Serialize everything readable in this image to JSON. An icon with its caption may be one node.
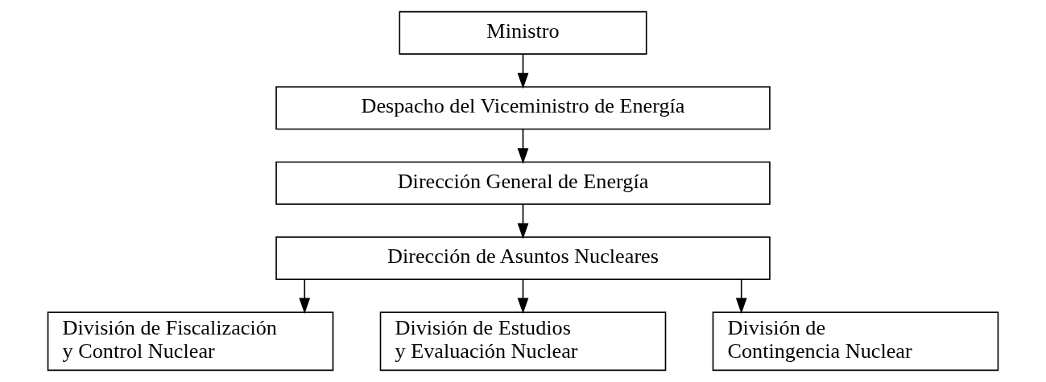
{
  "diagram": {
    "nodes": [
      {
        "text": [
          "Ministro"
        ]
      },
      {
        "text": [
          "Despacho del Viceministro de Energía"
        ]
      },
      {
        "text": [
          "Dirección General de Energía"
        ]
      },
      {
        "text": [
          "Dirección de Asuntos Nucleares"
        ]
      },
      {
        "text": [
          "División de Fiscalización y Control Nuclear"
        ]
      },
      {
        "text": [
          "División de Estudios y Evaluación Nuclear"
        ]
      },
      {
        "text": [
          "División de Contingencia Nuclear"
        ]
      }
    ],
    "edges": [
      {
        "from": 0,
        "to": 1,
        "arrow": "to"
      },
      {
        "from": 1,
        "to": 2,
        "arrow": "to"
      },
      {
        "from": 2,
        "to": 3,
        "arrow": "to"
      },
      {
        "from": 3,
        "to": 4,
        "arrow": "to"
      },
      {
        "from": 3,
        "to": 5,
        "arrow": "to"
      },
      {
        "from": 3,
        "to": 6,
        "arrow": "to"
      }
    ]
  }
}
